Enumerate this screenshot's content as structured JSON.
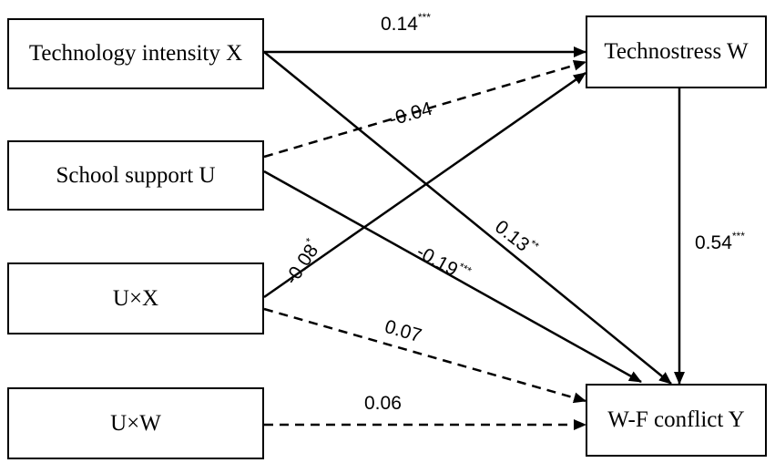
{
  "nodes": {
    "x": "Technology intensity X",
    "u": "School support U",
    "ux": "U×X",
    "uw": "U×W",
    "w": "Technostress W",
    "y": "W-F conflict Y"
  },
  "paths": {
    "x_w": {
      "value": "0.14",
      "sig": "***"
    },
    "u_w": {
      "value": "-0.04",
      "sig": ""
    },
    "x_y": {
      "value": "0.13",
      "sig": "**"
    },
    "u_y": {
      "value": "-0.19",
      "sig": "***"
    },
    "ux_w": {
      "value": "-0.08",
      "sig": "*"
    },
    "ux_y": {
      "value": "0.07",
      "sig": ""
    },
    "uw_y": {
      "value": "0.06",
      "sig": ""
    },
    "w_y": {
      "value": "0.54",
      "sig": "***"
    }
  }
}
